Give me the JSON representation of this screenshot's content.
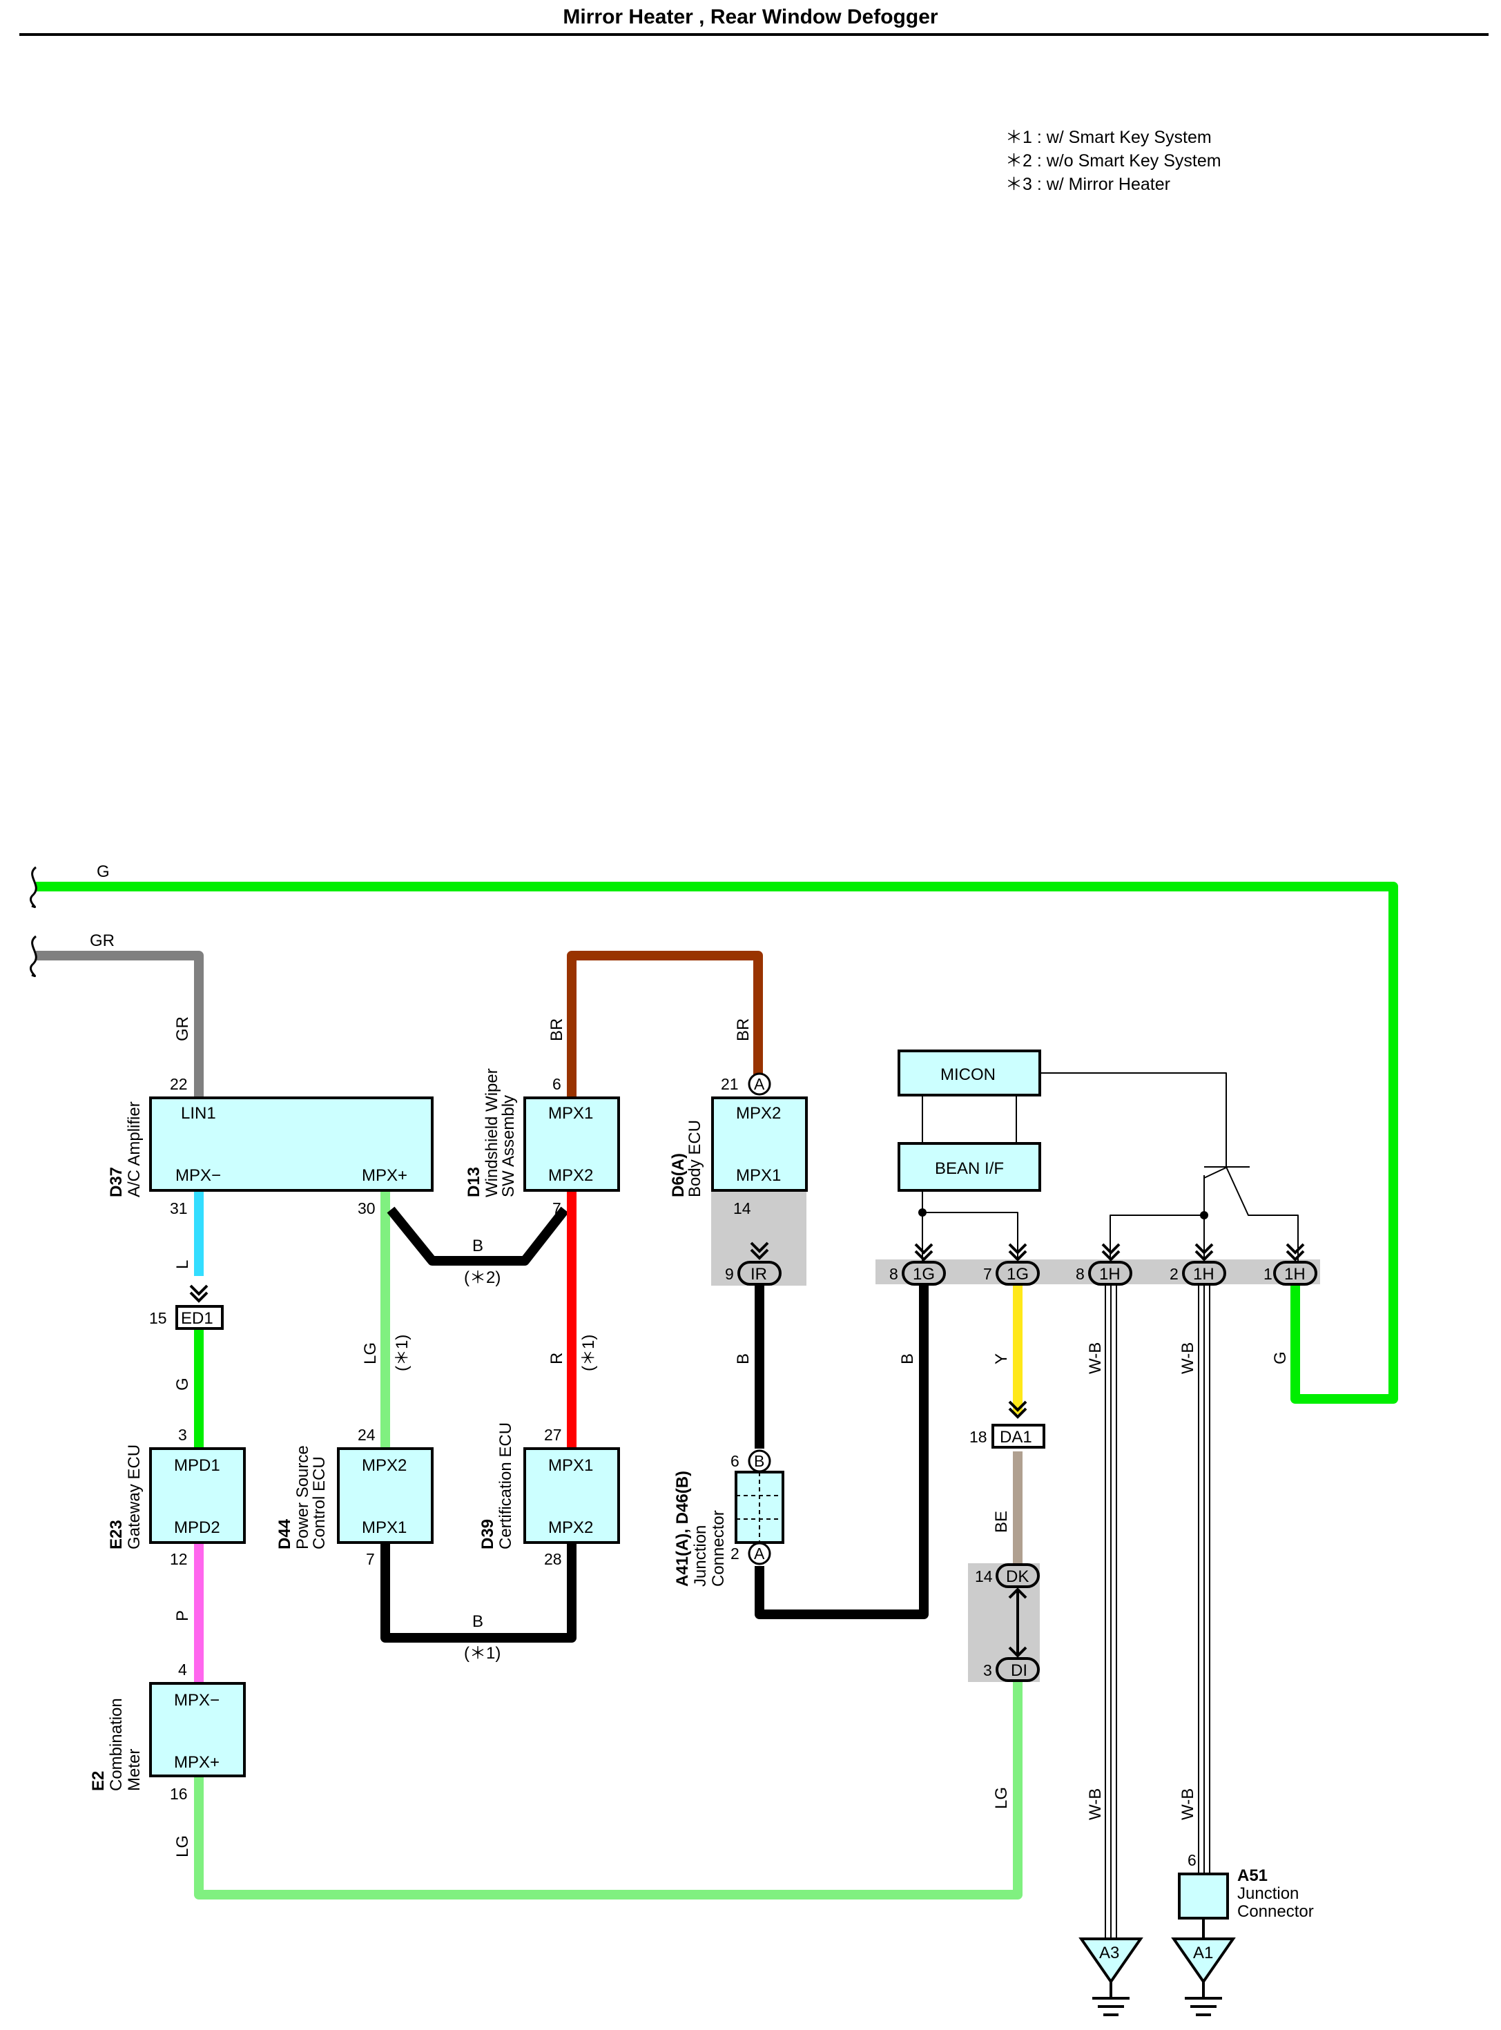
{
  "title": "Mirror Heater , Rear Window Defogger",
  "notes": [
    "＊1 : w/ Smart Key System",
    "＊2 : w/o Smart Key System",
    "＊3 : w/ Mirror Heater"
  ],
  "colors": {
    "G": "#00ee00",
    "GR": "#808080",
    "BR": "#993300",
    "L": "#33ddff",
    "LG": "#80f080",
    "R": "#ff0000",
    "P": "#ff66ee",
    "B": "#000000",
    "Y": "#ffe81a",
    "BE": "#b0a090",
    "W-B": "#000000",
    "component_fill": "#ccffff",
    "connector_bar": "#cccccc"
  },
  "wires": {
    "g_top": "G",
    "gr_top": "GR",
    "gr_v": "GR",
    "br_left": "BR",
    "br_right": "BR",
    "l": "L",
    "g_ed1": "G",
    "p": "P",
    "lg_bottom": "LG",
    "lg_30": "LG",
    "star1_a": "(＊1)",
    "r": "R",
    "star1_b": "(＊1)",
    "b_top": "B",
    "star2": "(＊2)",
    "b_bottom": "B",
    "star1_c": "(＊1)",
    "b_ir": "B",
    "b_1g": "B",
    "y": "Y",
    "be": "BE",
    "lg_di": "LG",
    "wb_1": "W-B",
    "wb_2": "W-B",
    "wb_3": "W-B",
    "wb_4": "W-B",
    "g_right": "G"
  },
  "components": {
    "d37": {
      "code": "D37",
      "name1": "A/C Amplifier",
      "t1": "LIN1",
      "t2": "MPX−",
      "t3": "MPX+",
      "p1": "22",
      "p2": "31",
      "p3": "30"
    },
    "d13": {
      "code": "D13",
      "name1": "Windshield Wiper",
      "name2": "SW Assembly",
      "t1": "MPX1",
      "t2": "MPX2",
      "p1": "6",
      "p2": "7"
    },
    "d6": {
      "code": "D6(A)",
      "name1": "Body ECU",
      "t1": "MPX2",
      "t2": "MPX1",
      "p1": "21",
      "p1c": "A",
      "p2": "14"
    },
    "e23": {
      "code": "E23",
      "name1": "Gateway ECU",
      "t1": "MPD1",
      "t2": "MPD2",
      "p1": "3",
      "p2": "12"
    },
    "d44": {
      "code": "D44",
      "name1": "Power Source",
      "name2": "Control ECU",
      "t1": "MPX2",
      "t2": "MPX1",
      "p1": "24",
      "p2": "7"
    },
    "d39": {
      "code": "D39",
      "name1": "Certification ECU",
      "t1": "MPX1",
      "t2": "MPX2",
      "p1": "27",
      "p2": "28"
    },
    "e2": {
      "code": "E2",
      "name1": "Combination",
      "name2": "Meter",
      "t1": "MPX−",
      "t2": "MPX+",
      "p1": "4",
      "p2": "16"
    },
    "jc": {
      "code": "A41(A), D46(B)",
      "name1": "Junction",
      "name2": "Connector",
      "p1": "6",
      "p1c": "B",
      "p2": "2",
      "p2c": "A"
    },
    "micon": {
      "label": "MICON"
    },
    "bean": {
      "label": "BEAN I/F"
    },
    "a51": {
      "code": "A51",
      "name1": "Junction",
      "name2": "Connector",
      "p1": "6"
    }
  },
  "connectors": {
    "ed1": {
      "label": "ED1",
      "pin": "15"
    },
    "ir": {
      "label": "IR",
      "pin": "9"
    },
    "g1a": {
      "label": "1G",
      "pin": "8"
    },
    "g1b": {
      "label": "1G",
      "pin": "7"
    },
    "h1a": {
      "label": "1H",
      "pin": "8"
    },
    "h1b": {
      "label": "1H",
      "pin": "2"
    },
    "h1c": {
      "label": "1H",
      "pin": "1"
    },
    "da1": {
      "label": "DA1",
      "pin": "18"
    },
    "dk": {
      "label": "DK",
      "pin": "14"
    },
    "di": {
      "label": "DI",
      "pin": "3"
    }
  },
  "grounds": {
    "a3": "A3",
    "a1": "A1"
  }
}
